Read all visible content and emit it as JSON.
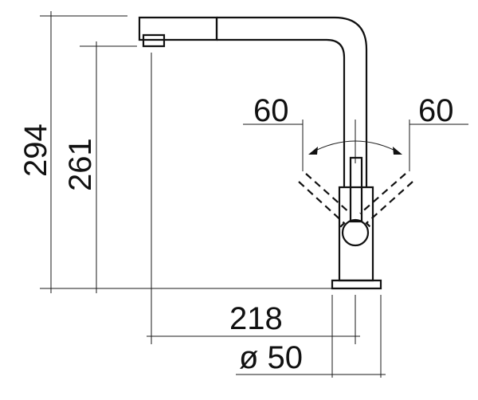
{
  "dimensions": {
    "height_total": "294",
    "height_spout": "261",
    "reach": "218",
    "base_diameter": "ø 50",
    "swivel_left": "60",
    "swivel_right": "60"
  },
  "colors": {
    "line": "#111111",
    "background": "#ffffff"
  }
}
